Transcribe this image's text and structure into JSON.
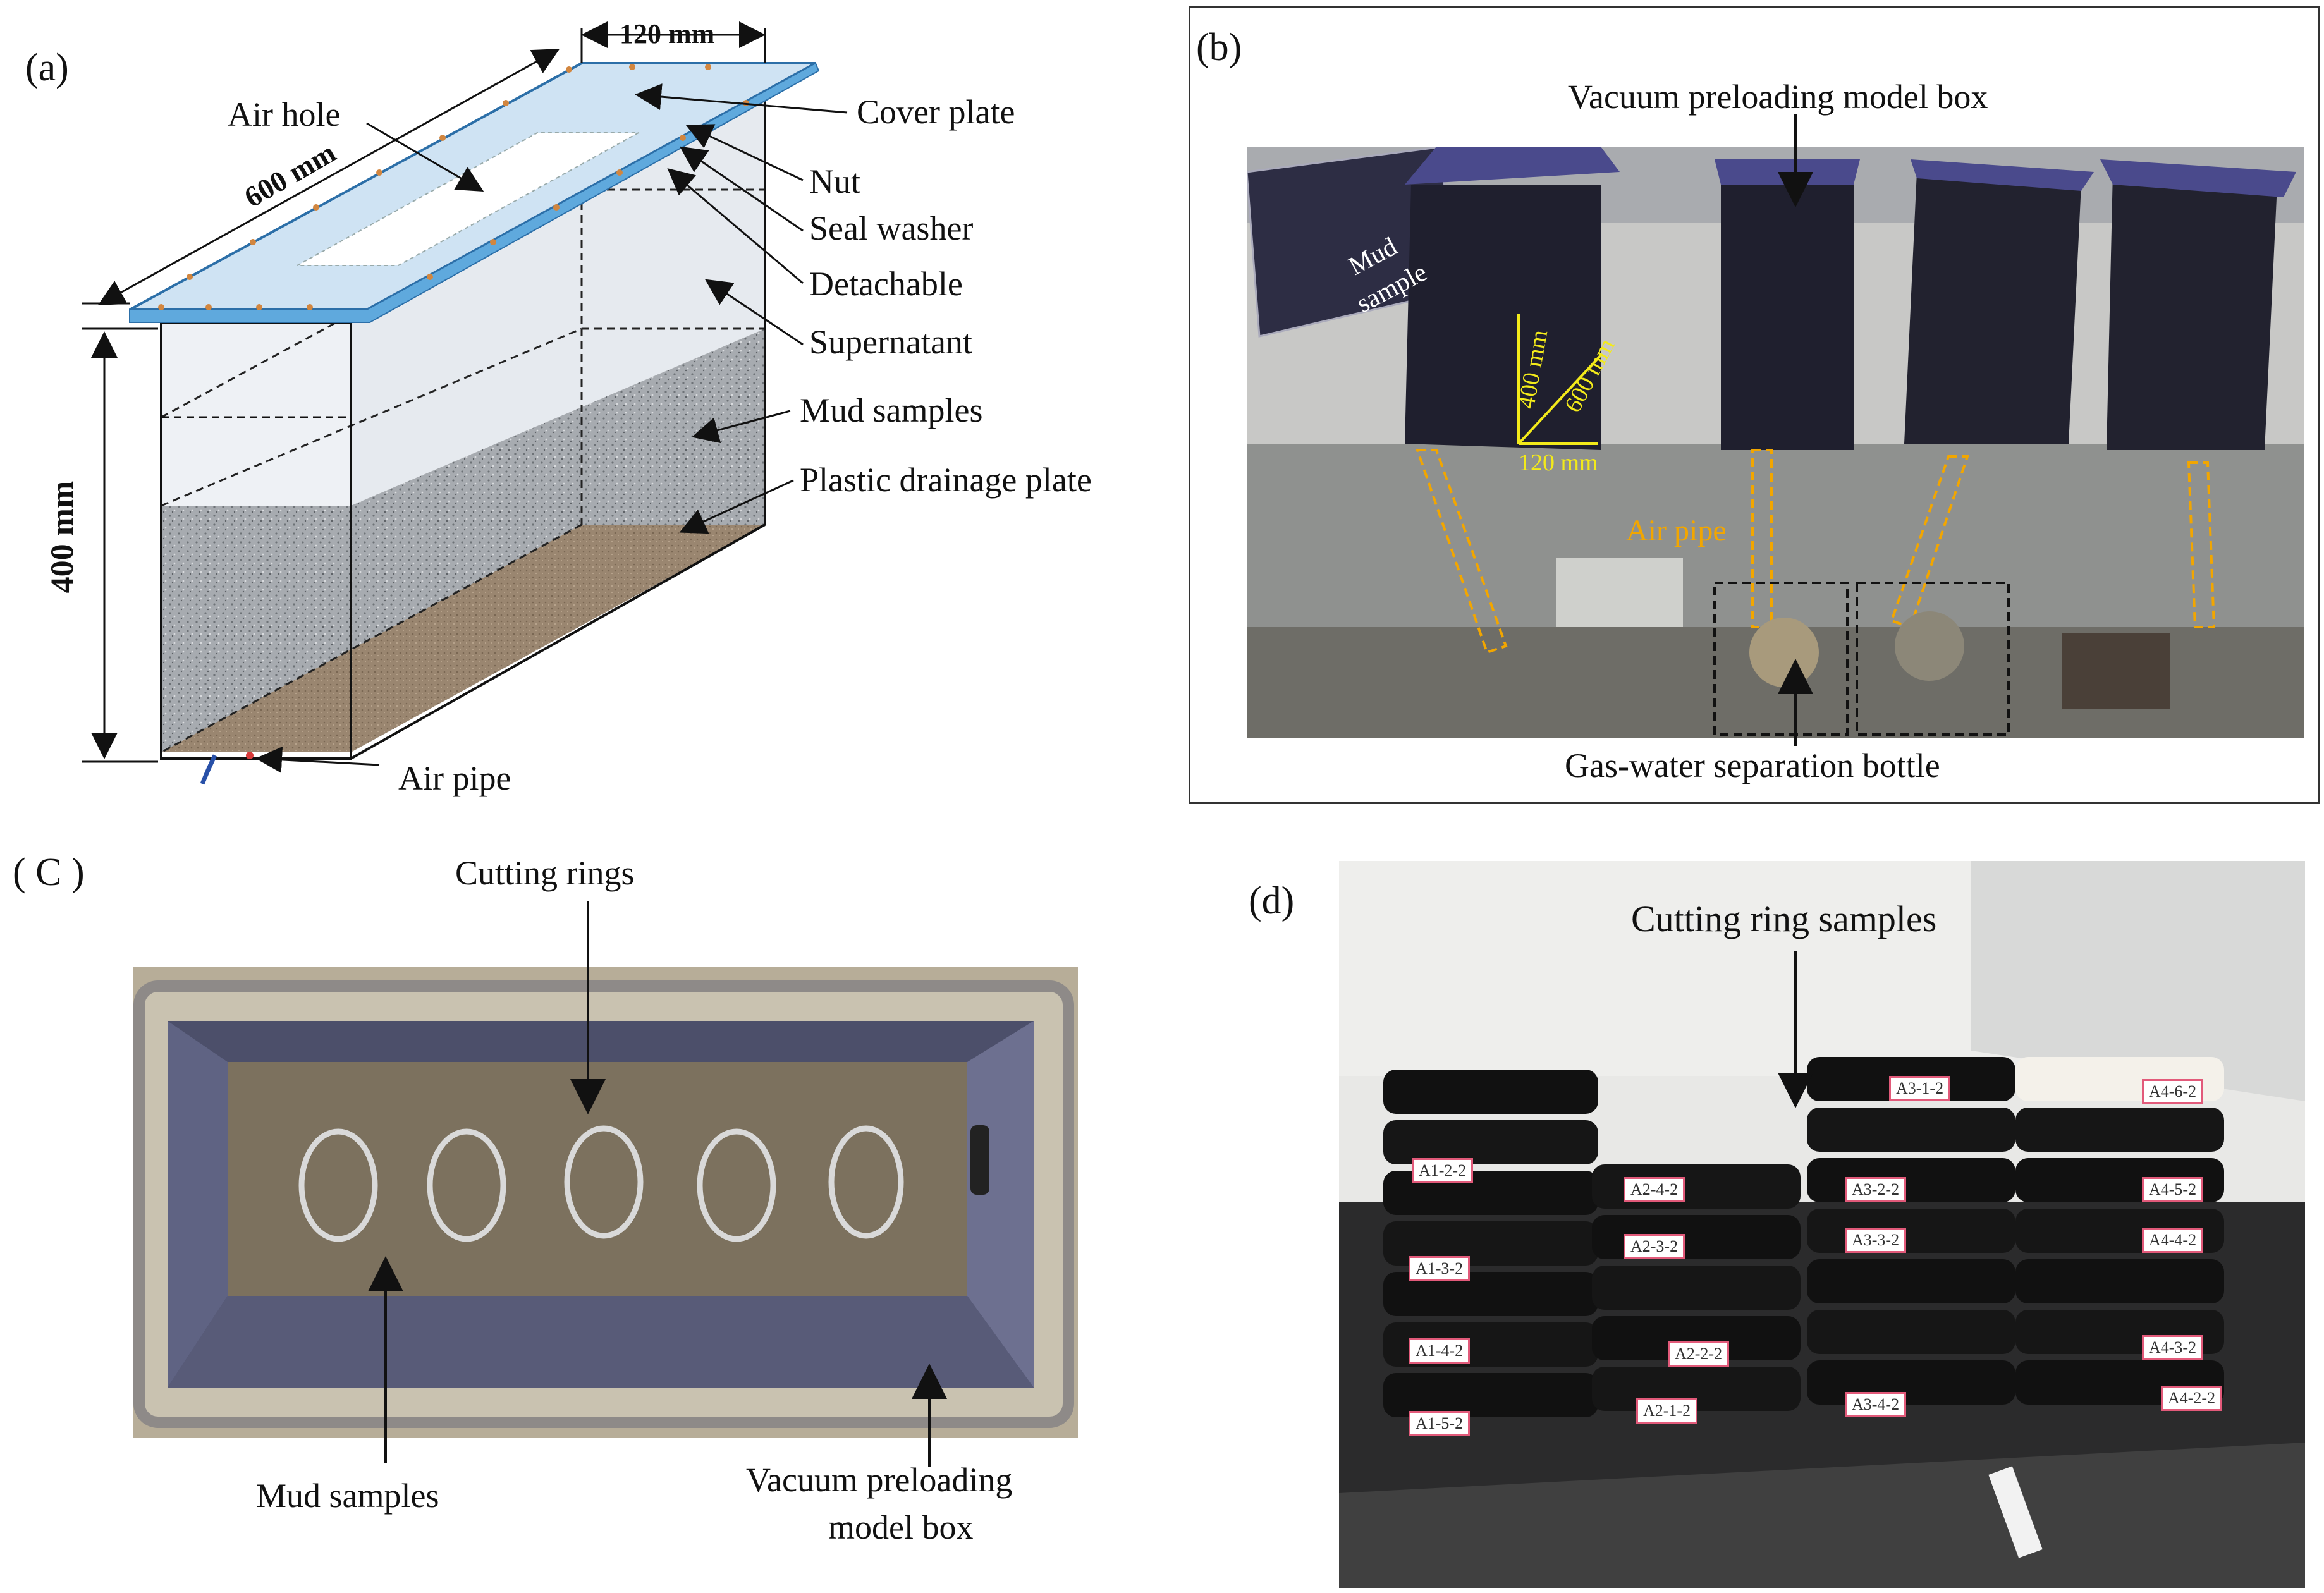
{
  "panels": {
    "a": {
      "label": "(a)",
      "dims": {
        "top_width": "120 mm",
        "length": "600 mm",
        "height": "400 mm"
      },
      "callouts": {
        "air_hole": "Air hole",
        "cover_plate": "Cover plate",
        "nut": "Nut",
        "seal_washer": "Seal washer",
        "detachable": "Detachable",
        "supernatant": "Supernatant",
        "mud_samples": "Mud samples",
        "drainage_plate": "Plastic drainage plate",
        "air_pipe": "Air pipe"
      }
    },
    "b": {
      "label": "(b)",
      "title": "Vacuum preloading model box",
      "mud_sample_line1": "Mud",
      "mud_sample_line2": "sample",
      "dim_400": "400 mm",
      "dim_600": "600 mm",
      "dim_120": "120 mm",
      "air_pipe": "Air pipe",
      "bottle": "Gas-water separation bottle"
    },
    "c": {
      "label": "( C )",
      "cutting_rings": "Cutting rings",
      "mud_samples": "Mud samples",
      "box_line1": "Vacuum preloading",
      "box_line2": "model box"
    },
    "d": {
      "label": "(d)",
      "title": "Cutting ring samples",
      "tags": [
        "A1-2-2",
        "A1-3-2",
        "A1-4-2",
        "A1-5-2",
        "A2-4-2",
        "A2-3-2",
        "A2-2-2",
        "A2-1-2",
        "A3-1-2",
        "A3-2-2",
        "A3-3-2",
        "A3-4-2",
        "A4-6-2",
        "A4-5-2",
        "A4-4-2",
        "A4-3-2",
        "A4-2-2"
      ]
    }
  },
  "colors": {
    "cover_blue": "#5fa9dd",
    "supernatant": "#e9edf2",
    "mud": "#9ea3a8",
    "drainage": "#9a8670",
    "photo_lid": "#4a4a8c",
    "dashed_orange": "#f2a600",
    "dim_yellow": "#f3ea1a",
    "ring_tag_pink": "#e25a7a"
  }
}
